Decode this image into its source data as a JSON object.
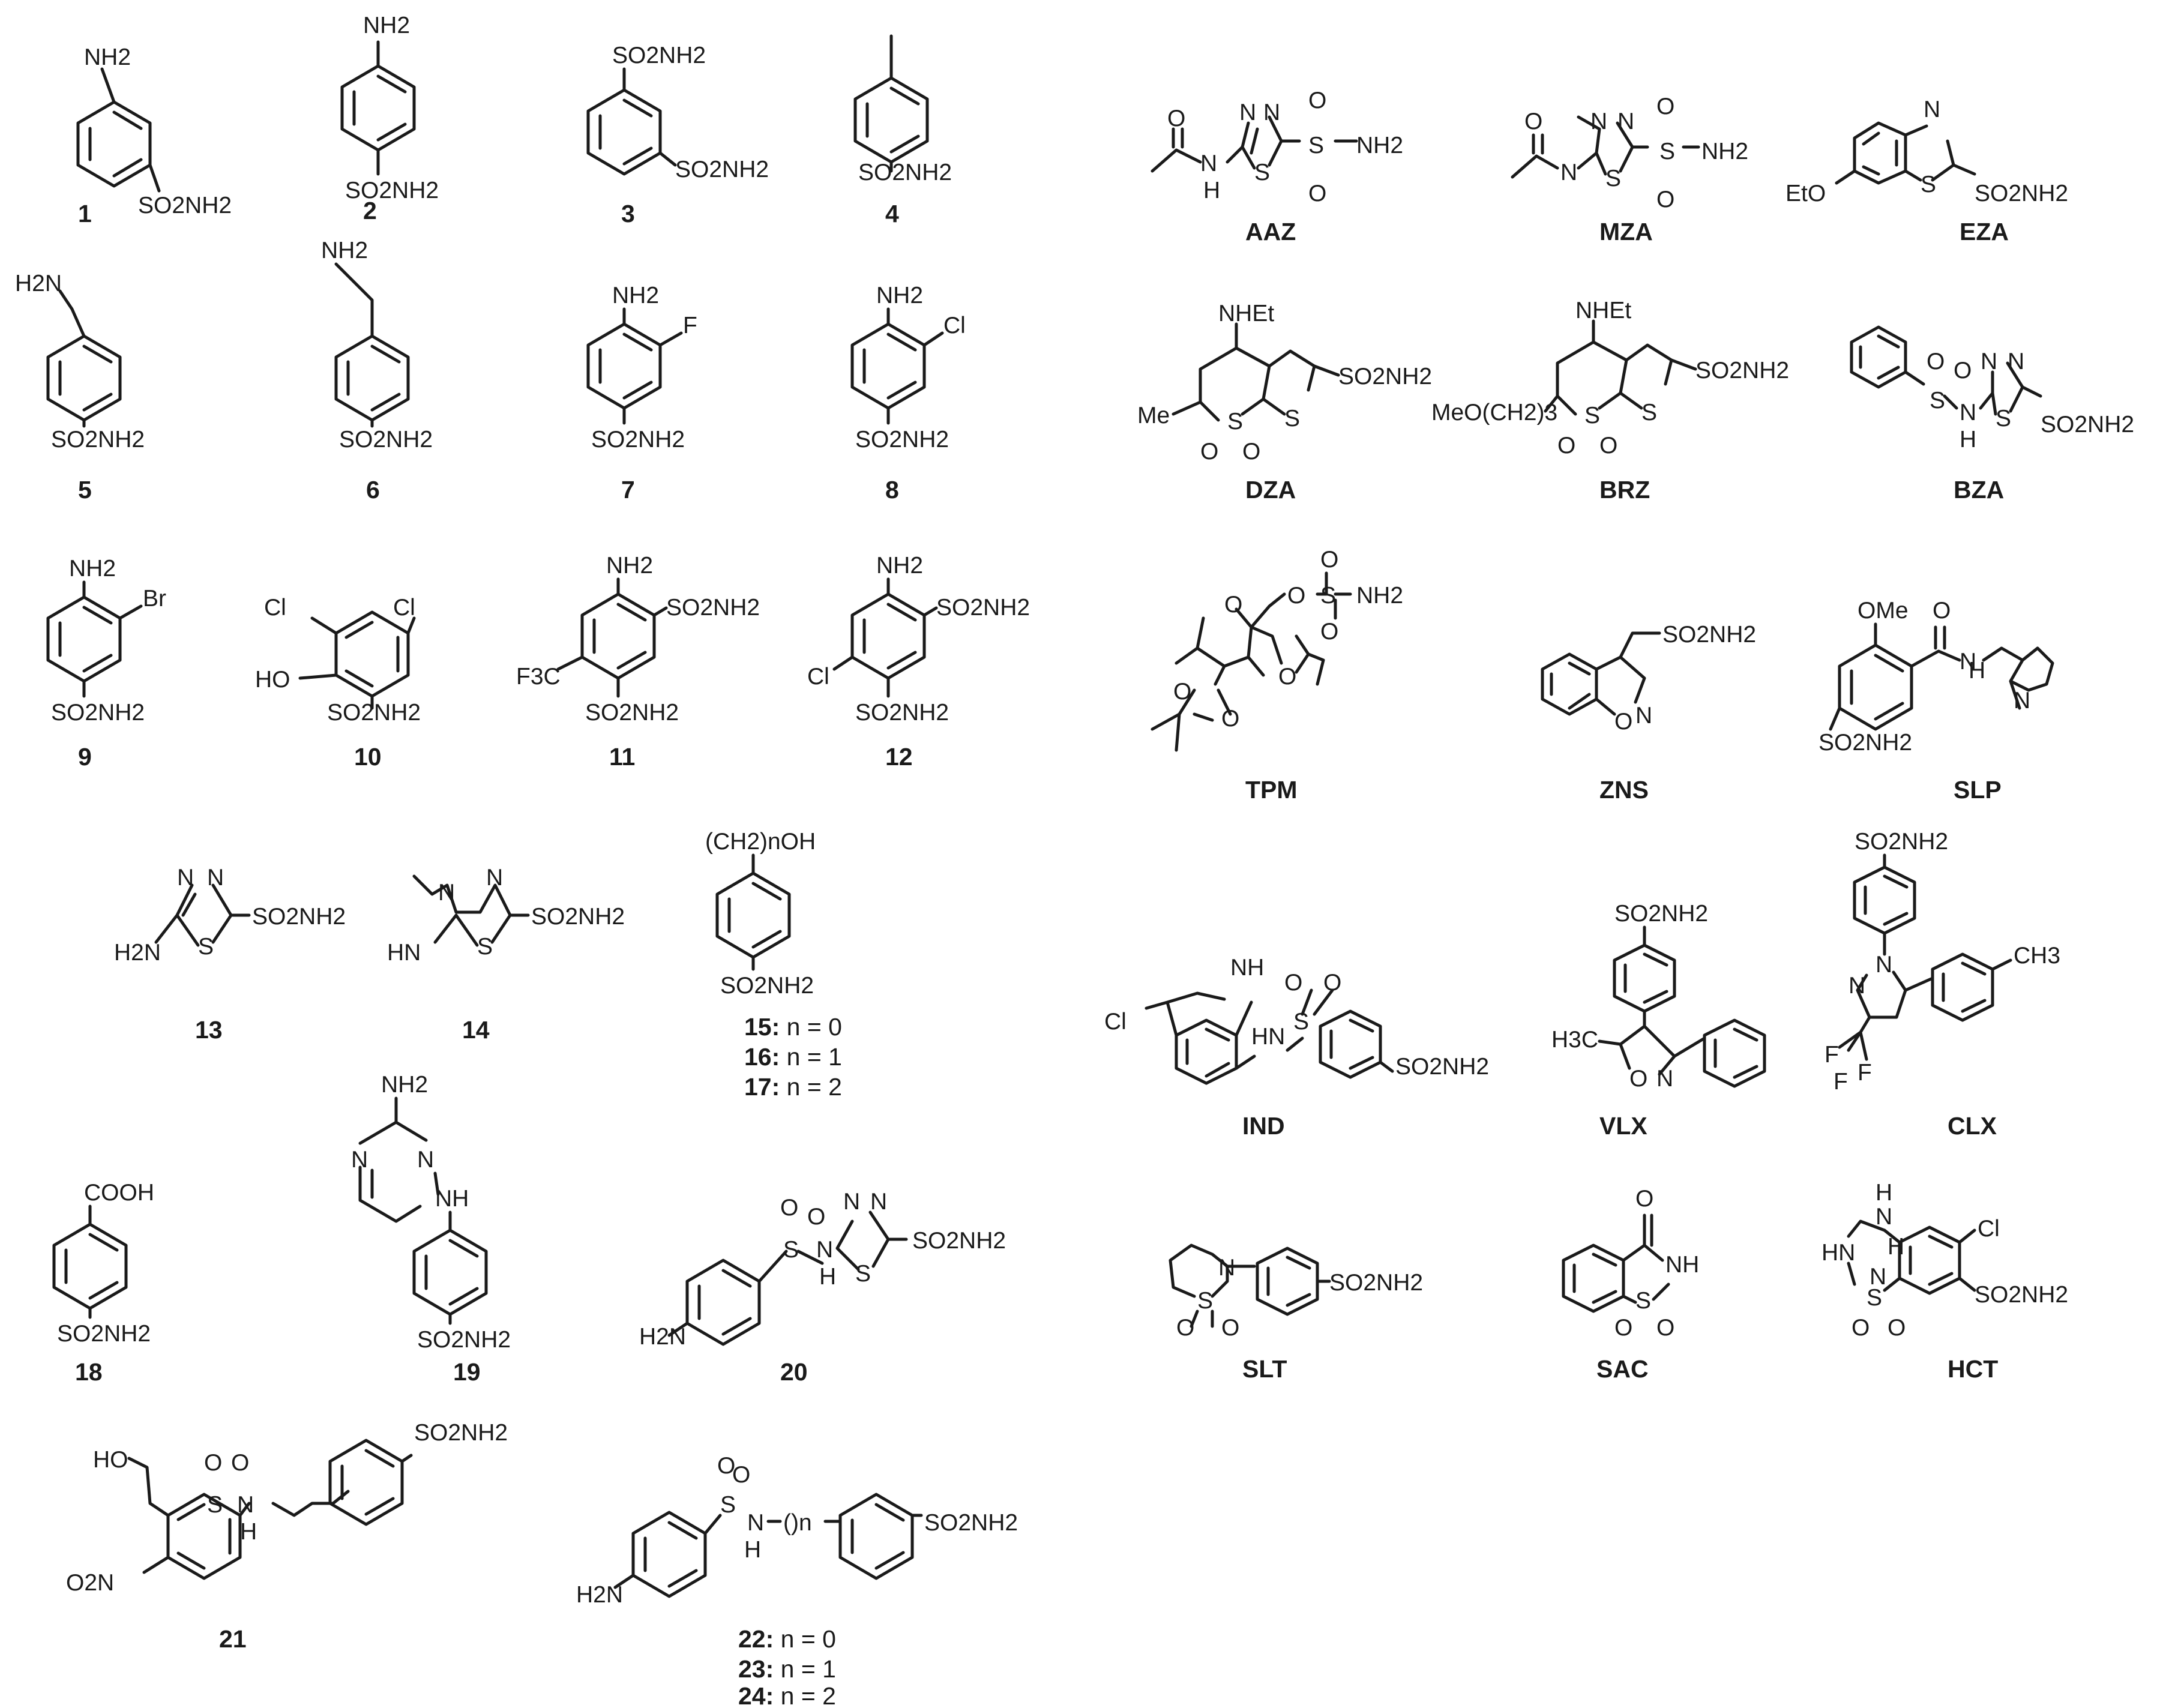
{
  "compounds": {
    "c1": {
      "id": "1",
      "labels": [
        "NH2",
        "SO2NH2"
      ]
    },
    "c2": {
      "id": "2",
      "labels": [
        "NH2",
        "SO2NH2"
      ]
    },
    "c3": {
      "id": "3",
      "labels": [
        "SO2NH2",
        "SO2NH2"
      ]
    },
    "c4": {
      "id": "4",
      "labels": [
        "SO2NH2"
      ]
    },
    "c5": {
      "id": "5",
      "labels": [
        "H2N",
        "SO2NH2"
      ]
    },
    "c6": {
      "id": "6",
      "labels": [
        "NH2",
        "SO2NH2"
      ]
    },
    "c7": {
      "id": "7",
      "labels": [
        "NH2",
        "F",
        "SO2NH2"
      ]
    },
    "c8": {
      "id": "8",
      "labels": [
        "NH2",
        "Cl",
        "SO2NH2"
      ]
    },
    "c9": {
      "id": "9",
      "labels": [
        "NH2",
        "Br",
        "SO2NH2"
      ]
    },
    "c10": {
      "id": "10",
      "labels": [
        "Cl",
        "Cl",
        "HO",
        "SO2NH2"
      ]
    },
    "c11": {
      "id": "11",
      "labels": [
        "NH2",
        "SO2NH2",
        "F3C",
        "SO2NH2"
      ]
    },
    "c12": {
      "id": "12",
      "labels": [
        "NH2",
        "SO2NH2",
        "Cl",
        "SO2NH2"
      ]
    },
    "c13": {
      "id": "13",
      "labels": [
        "N",
        "N",
        "S",
        "H2N",
        "SO2NH2"
      ]
    },
    "c14": {
      "id": "14",
      "labels": [
        "N",
        "N",
        "S",
        "HN",
        "SO2NH2"
      ]
    },
    "c15_17": {
      "labels": [
        "(CH2)nOH",
        "SO2NH2"
      ],
      "rows": [
        {
          "id": "15:",
          "text": " n = 0"
        },
        {
          "id": "16:",
          "text": " n = 1"
        },
        {
          "id": "17:",
          "text": " n = 2"
        }
      ]
    },
    "c18": {
      "id": "18",
      "labels": [
        "COOH",
        "SO2NH2"
      ]
    },
    "c19": {
      "id": "19",
      "labels": [
        "NH2",
        "N",
        "N",
        "NH",
        "SO2NH2"
      ]
    },
    "c20": {
      "id": "20",
      "labels": [
        "O",
        "O",
        "S",
        "N",
        "H",
        "N",
        "N",
        "S",
        "SO2NH2",
        "H2N"
      ]
    },
    "c21": {
      "id": "21",
      "labels": [
        "HO",
        "O",
        "O",
        "S",
        "N",
        "H",
        "SO2NH2",
        "O2N"
      ]
    },
    "c22_24": {
      "labels": [
        "O",
        "O",
        "S",
        "N",
        "H",
        "()n",
        "SO2NH2",
        "H2N"
      ],
      "rows": [
        {
          "id": "22:",
          "text": " n = 0"
        },
        {
          "id": "23:",
          "text": " n = 1"
        },
        {
          "id": "24:",
          "text": " n = 2"
        }
      ]
    },
    "AAZ": {
      "id": "AAZ",
      "labels": [
        "O",
        "N",
        "H",
        "N",
        "N",
        "S",
        "O",
        "O",
        "S",
        "NH2"
      ]
    },
    "MZA": {
      "id": "MZA",
      "labels": [
        "O",
        "N",
        "N",
        "N",
        "S",
        "O",
        "O",
        "S",
        "NH2"
      ]
    },
    "EZA": {
      "id": "EZA",
      "labels": [
        "N",
        "S",
        "EtO",
        "SO2NH2"
      ]
    },
    "DZA": {
      "id": "DZA",
      "labels": [
        "NHEt",
        "S",
        "SO2NH2",
        "Me",
        "S",
        "O",
        "O"
      ]
    },
    "BRZ": {
      "id": "BRZ",
      "labels": [
        "NHEt",
        "S",
        "SO2NH2",
        "MeO(CH2)3",
        "S",
        "O",
        "O"
      ]
    },
    "BZA": {
      "id": "BZA",
      "labels": [
        "O",
        "O",
        "S",
        "N",
        "H",
        "N",
        "N",
        "S",
        "SO2NH2"
      ]
    },
    "TPM": {
      "id": "TPM",
      "labels": [
        "O",
        "O",
        "S",
        "NH2",
        "O",
        "O",
        "O",
        "O",
        "O"
      ]
    },
    "ZNS": {
      "id": "ZNS",
      "labels": [
        "SO2NH2",
        "N",
        "O"
      ]
    },
    "SLP": {
      "id": "SLP",
      "labels": [
        "OMe",
        "O",
        "N",
        "H",
        "N",
        "SO2NH2"
      ]
    },
    "IND": {
      "id": "IND",
      "labels": [
        "NH",
        "Cl",
        "O",
        "O",
        "HN",
        "S",
        "SO2NH2"
      ]
    },
    "VLX": {
      "id": "VLX",
      "labels": [
        "SO2NH2",
        "H3C",
        "O",
        "N"
      ]
    },
    "CLX": {
      "id": "CLX",
      "labels": [
        "SO2NH2",
        "N",
        "N",
        "CH3",
        "F",
        "F",
        "F"
      ]
    },
    "SLT": {
      "id": "SLT",
      "labels": [
        "N",
        "S",
        "O",
        "O",
        "SO2NH2"
      ]
    },
    "SAC": {
      "id": "SAC",
      "labels": [
        "O",
        "NH",
        "S",
        "O",
        "O"
      ]
    },
    "HCT": {
      "id": "HCT",
      "labels": [
        "H",
        "N",
        "Cl",
        "HN",
        "N",
        "H",
        "S",
        "O",
        "O",
        "SO2NH2"
      ]
    }
  }
}
